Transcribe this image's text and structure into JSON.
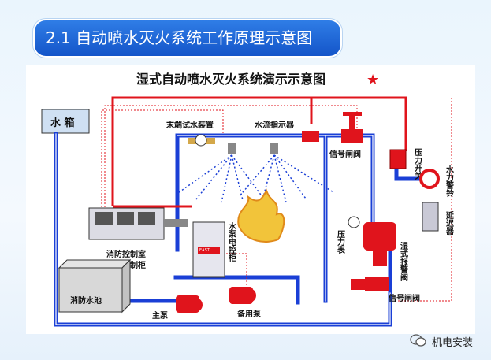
{
  "header": {
    "title": "2.1 自动喷水灭火系统工作原理示意图"
  },
  "diagram": {
    "title": "湿式自动喷水灭火系统演示示意图",
    "labels": {
      "water_tank": "水 箱",
      "end_test": "末端试水装置",
      "flow_indicator": "水流指示器",
      "signal_valve_top": "信号闸阀",
      "pressure_switch": "压力开关",
      "water_bell": "水力警铃",
      "delay": "延迟器",
      "pressure_gauge": "压力表",
      "alarm_valve": "湿式报警阀",
      "signal_valve_bottom": "信号闸阀",
      "control_room_1": "消防控制室",
      "control_room_2": "联动控制柜",
      "pump_cabinet": "水泵电控柜",
      "pool": "消防水池",
      "main_pump": "主泵",
      "standby_pump": "备用泵",
      "cabinet_brand": "EAST"
    }
  },
  "watermark": {
    "text": "机电安装"
  },
  "colors": {
    "pipe_blue": "#1a3fd6",
    "pipe_red": "#e0141c",
    "title_bg": "#1f66d8"
  }
}
